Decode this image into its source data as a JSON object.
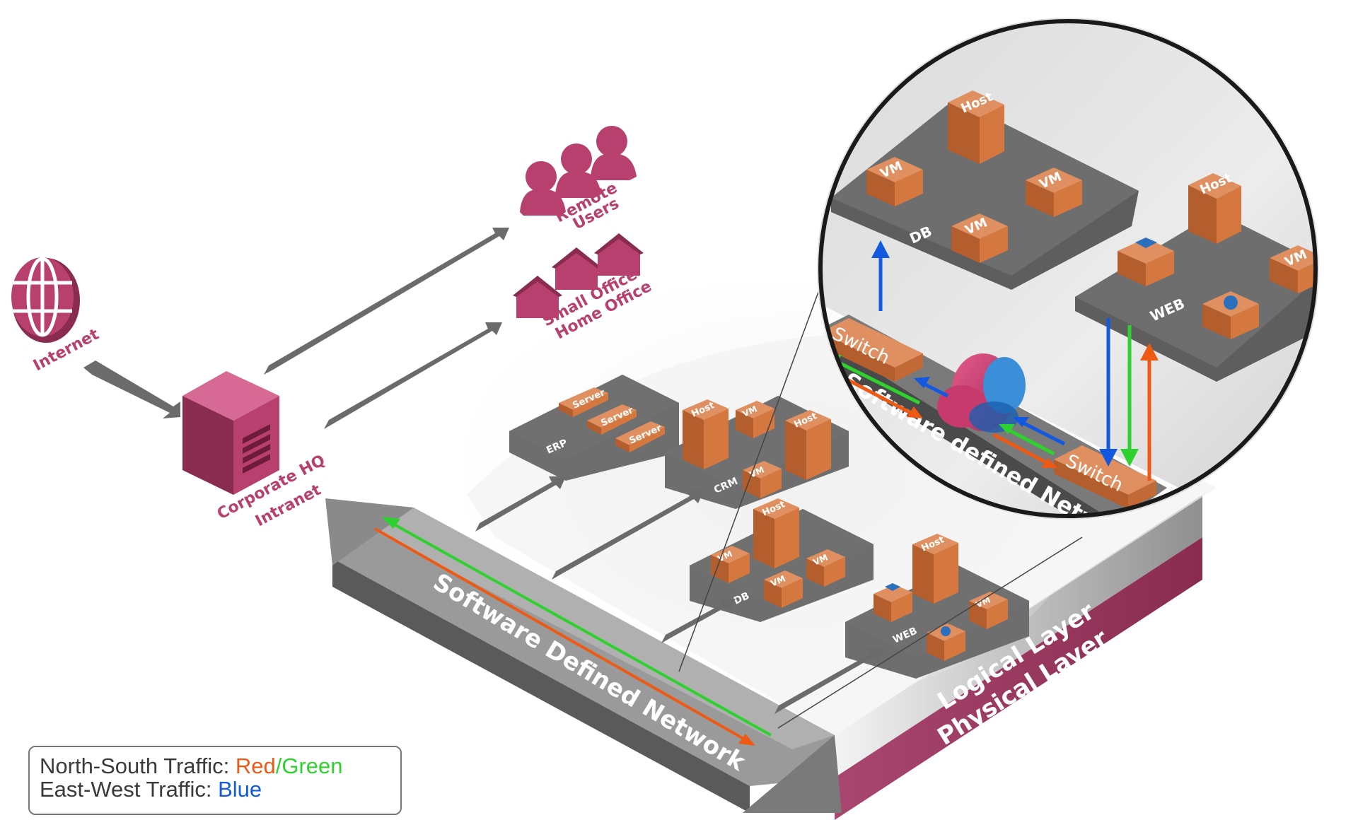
{
  "labels": {
    "internet": "Internet",
    "corporate_hq_1": "Corporate HQ",
    "corporate_hq_2": "Intranet",
    "remote_users_1": "Remote",
    "remote_users_2": "Users",
    "small_office_1": "Small Office",
    "small_office_2": "Home Office",
    "sdn_main": "Software Defined Network",
    "sdn_zoom": "Software defined Network",
    "logical_layer": "Logical Layer",
    "physical_layer": "Physical Layer"
  },
  "groups": {
    "erp": {
      "name": "ERP",
      "items": [
        "Server",
        "Server",
        "Server"
      ]
    },
    "crm": {
      "name": "CRM",
      "items": [
        "Host",
        "VM",
        "Host",
        "VM"
      ]
    },
    "db": {
      "name": "DB",
      "items": [
        "Host",
        "VM",
        "VM",
        "VM"
      ]
    },
    "web": {
      "name": "WEB",
      "items": [
        "Host",
        "VM"
      ]
    }
  },
  "zoom": {
    "db": {
      "name": "DB",
      "host": "Host",
      "vm1": "VM",
      "vm2": "VM",
      "vm3": "VM"
    },
    "web": {
      "name": "WEB",
      "host": "Host",
      "vm": "VM"
    },
    "switch_left": "Switch",
    "switch_right": "Switch"
  },
  "legend": {
    "ns_label": "North-South Traffic: ",
    "ns_red": "Red",
    "ns_slash": "/",
    "ns_green": "Green",
    "ew_label": "East-West Traffic: ",
    "ew_blue": "Blue"
  },
  "colors": {
    "pink": "#b8406e",
    "orange_box": "#d5783f",
    "platform": "#6e6e6e",
    "arrow_gray": "#6b6b6b",
    "red_traffic": "#ee5a14",
    "green_traffic": "#2ed12e",
    "blue_traffic": "#1259e0",
    "physical_layer": "#9e3358"
  }
}
